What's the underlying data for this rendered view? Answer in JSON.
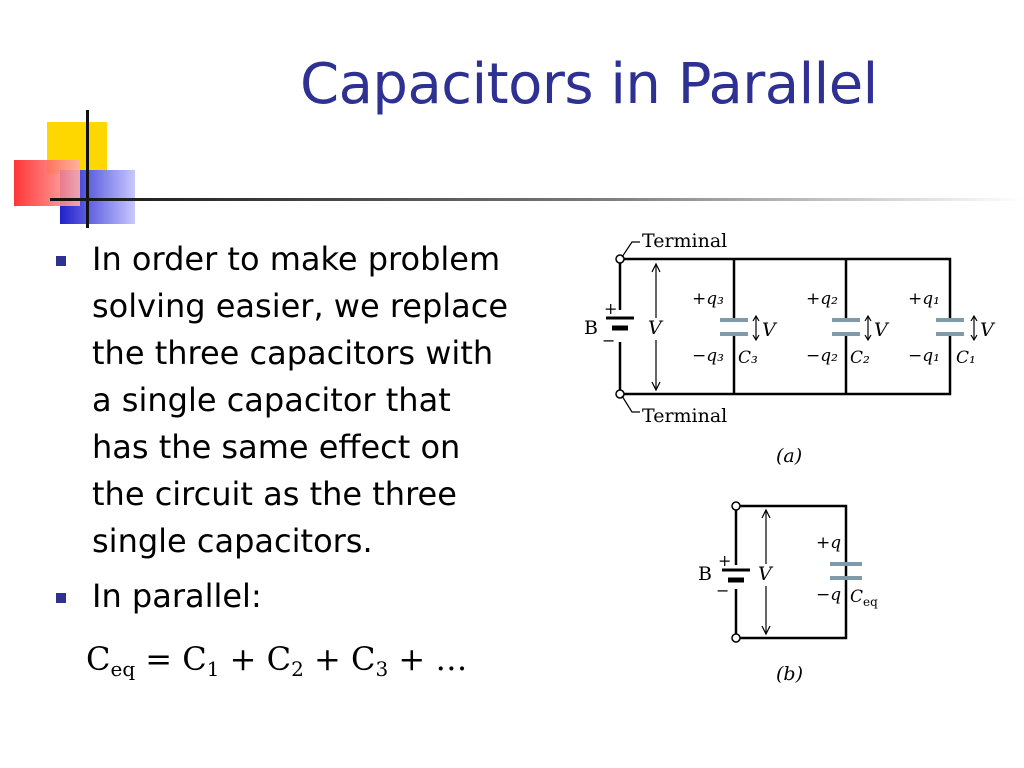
{
  "slide": {
    "title": "Capacitors in Parallel",
    "bullets": [
      {
        "lines": [
          "In order to make problem",
          "solving easier, we replace",
          "the three capacitors with",
          "a single capacitor that",
          "has the same effect on",
          "the circuit as the three",
          "single capacitors."
        ]
      },
      {
        "lines": [
          "In parallel:"
        ]
      }
    ],
    "formula": {
      "lhs": "C",
      "lhs_sub": "eq",
      "eq": " = ",
      "t1": "C",
      "t1_sub": "1",
      "plus": " + ",
      "t2": "C",
      "t2_sub": "2",
      "t3": "C",
      "t3_sub": "3",
      "tail": " + …"
    },
    "accent_color": "#2e3192"
  },
  "figure_a": {
    "terminal_top": "Terminal",
    "terminal_bottom": "Terminal",
    "battery": "B",
    "plus": "+",
    "minus": "−",
    "voltage": "V",
    "q3_pos": "+q₃",
    "q3_neg": "−q₃",
    "c3": "C₃",
    "q2_pos": "+q₂",
    "q2_neg": "−q₂",
    "c2": "C₂",
    "q1_pos": "+q₁",
    "q1_neg": "−q₁",
    "c1": "C₁",
    "caption": "(a)"
  },
  "figure_b": {
    "battery": "B",
    "plus": "+",
    "minus": "−",
    "voltage": "V",
    "q_pos": "+q",
    "q_neg": "−q",
    "ceq": "C",
    "ceq_sub": "eq",
    "caption": "(b)"
  }
}
